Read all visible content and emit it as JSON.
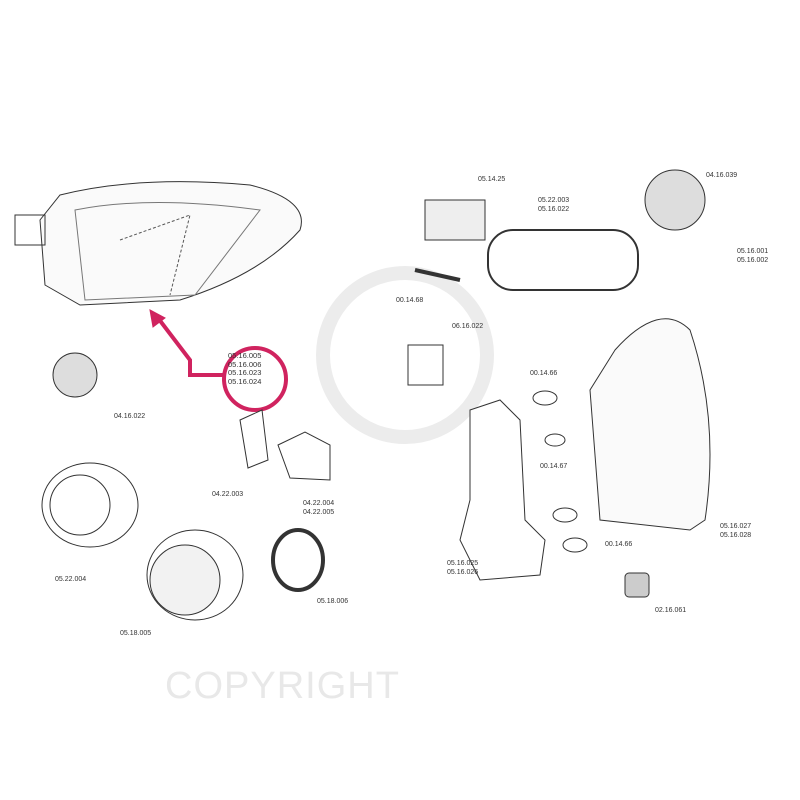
{
  "watermark": {
    "text": "COPYRIGHT"
  },
  "accent_color": "#d0235f",
  "highlighted": {
    "codes": [
      "05.16.005",
      "05.16.006",
      "05.16.023",
      "05.16.024"
    ]
  },
  "labels": [
    {
      "id": "l1",
      "codes": [
        "05.14.25"
      ]
    },
    {
      "id": "l2",
      "codes": [
        "05.22.003",
        "05.16.022"
      ]
    },
    {
      "id": "l3",
      "codes": [
        "04.16.039"
      ]
    },
    {
      "id": "l4",
      "codes": [
        "05.16.001",
        "05.16.002"
      ]
    },
    {
      "id": "l5",
      "codes": [
        "00.14.68"
      ]
    },
    {
      "id": "l6",
      "codes": [
        "06.16.022"
      ]
    },
    {
      "id": "l7",
      "codes": [
        "00.14.66"
      ]
    },
    {
      "id": "l8",
      "codes": [
        "00.14.67"
      ]
    },
    {
      "id": "l9",
      "codes": [
        "00.14.66"
      ]
    },
    {
      "id": "l10",
      "codes": [
        "05.16.027",
        "05.16.028"
      ]
    },
    {
      "id": "l11",
      "codes": [
        "05.16.025",
        "05.16.026"
      ]
    },
    {
      "id": "l12",
      "codes": [
        "02.16.061"
      ]
    },
    {
      "id": "l13",
      "codes": [
        "04.16.022"
      ]
    },
    {
      "id": "l14",
      "codes": [
        "04.22.003"
      ]
    },
    {
      "id": "l15",
      "codes": [
        "04.22.004",
        "04.22.005"
      ]
    },
    {
      "id": "l16",
      "codes": [
        "05.22.004"
      ]
    },
    {
      "id": "l17",
      "codes": [
        "05.18.005"
      ]
    },
    {
      "id": "l18",
      "codes": [
        "05.18.006"
      ]
    }
  ]
}
